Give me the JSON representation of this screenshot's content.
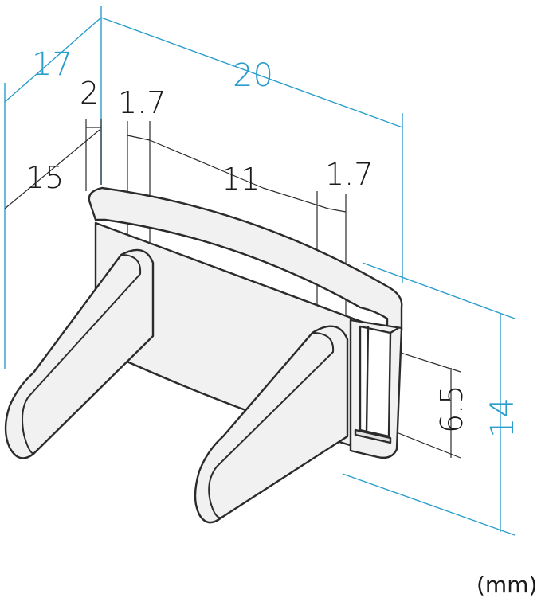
{
  "diagram": {
    "dimensions": {
      "depth": "17",
      "width": "20",
      "plate_thickness": "2",
      "pin_height": "15",
      "pin_thickness_left": "1.7",
      "pin_spacing": "11",
      "pin_thickness_right": "1.7",
      "slot_height": "6.5",
      "total_height": "14"
    },
    "unit": "(mm)"
  },
  "colors": {
    "dimension_lines": "#2a9dcc",
    "outline": "#2b2b2b",
    "fill": "#f1f1f1"
  }
}
